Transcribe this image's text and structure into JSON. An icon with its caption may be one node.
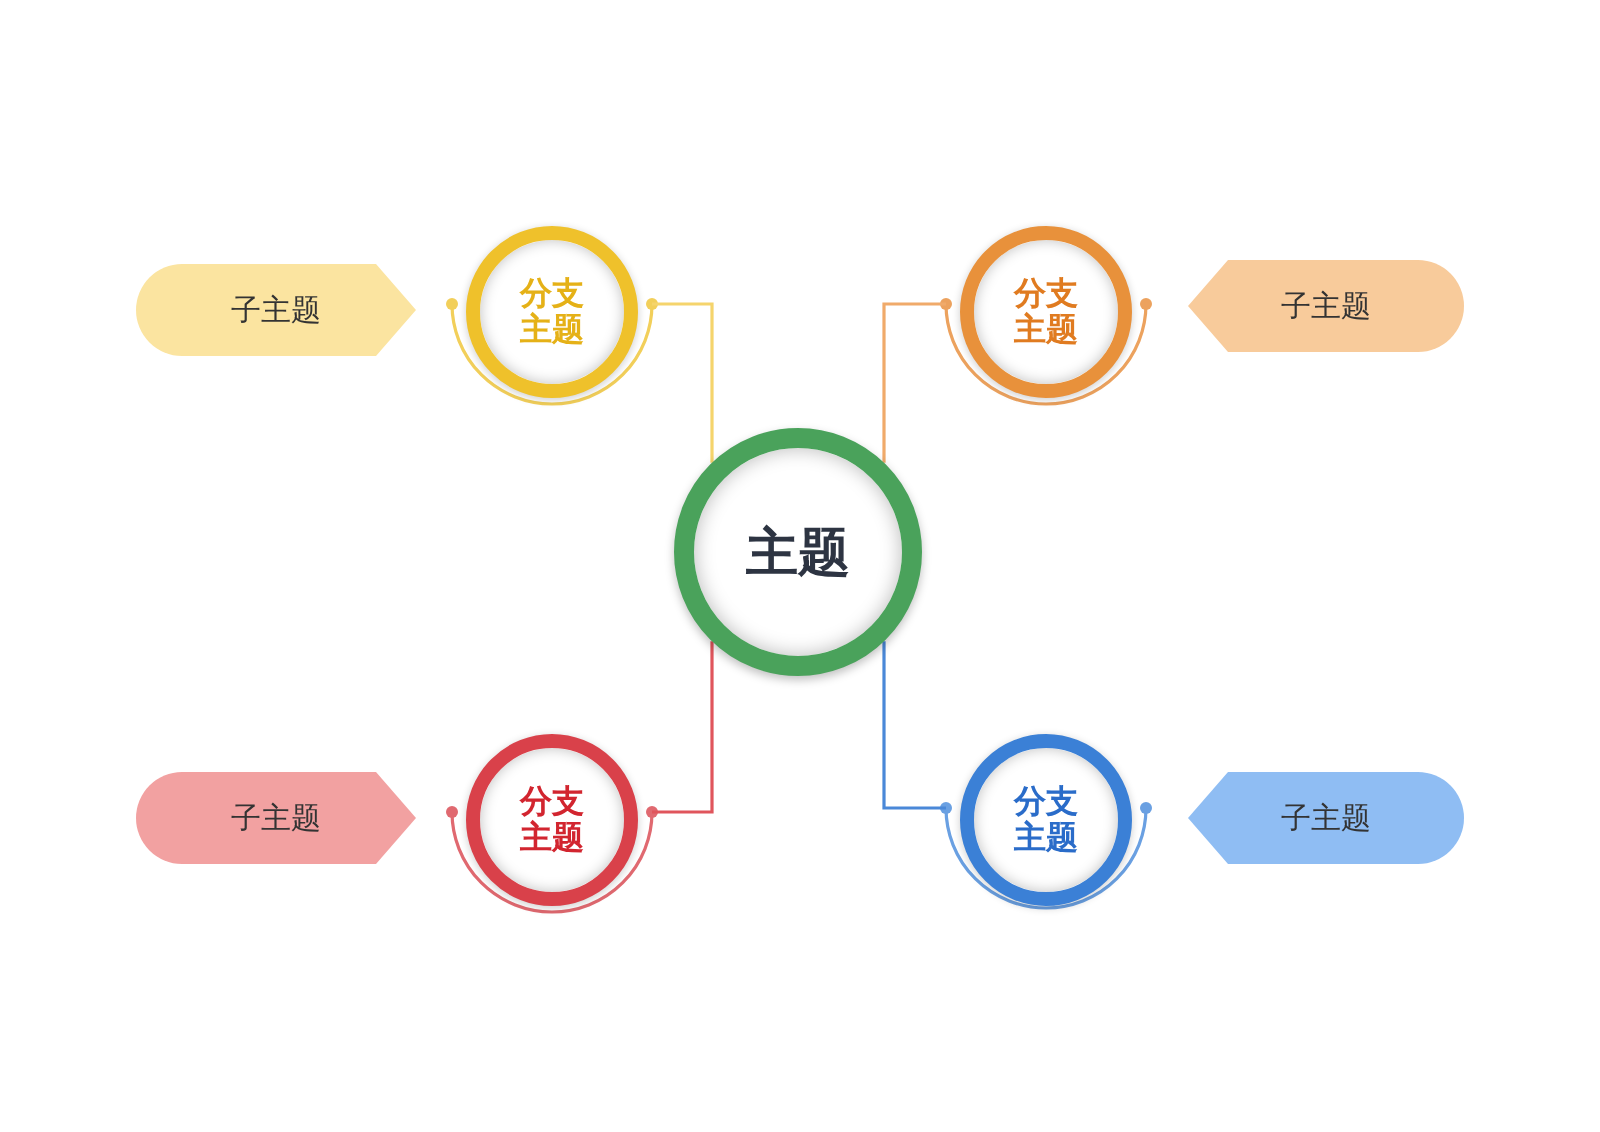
{
  "diagram": {
    "nodes": [
      {
        "text": [
          "子主题"
        ]
      },
      {
        "text": [
          "分支主题"
        ]
      },
      {
        "text": [
          "分支主题"
        ]
      },
      {
        "text": [
          "子主题"
        ]
      },
      {
        "text": [
          "主题"
        ]
      },
      {
        "text": [
          "子主题"
        ]
      },
      {
        "text": [
          "分支主题"
        ]
      },
      {
        "text": [
          "分支主题"
        ]
      },
      {
        "text": [
          "子主题"
        ]
      }
    ],
    "edges": [
      {
        "from": 4,
        "to": 1,
        "arrow": "none",
        "color": "#f5d46c"
      },
      {
        "from": 4,
        "to": 2,
        "arrow": "none",
        "color": "#f0aa6a"
      },
      {
        "from": 4,
        "to": 6,
        "arrow": "none",
        "color": "#e0555c"
      },
      {
        "from": 4,
        "to": 7,
        "arrow": "none",
        "color": "#4a88d8"
      }
    ]
  }
}
